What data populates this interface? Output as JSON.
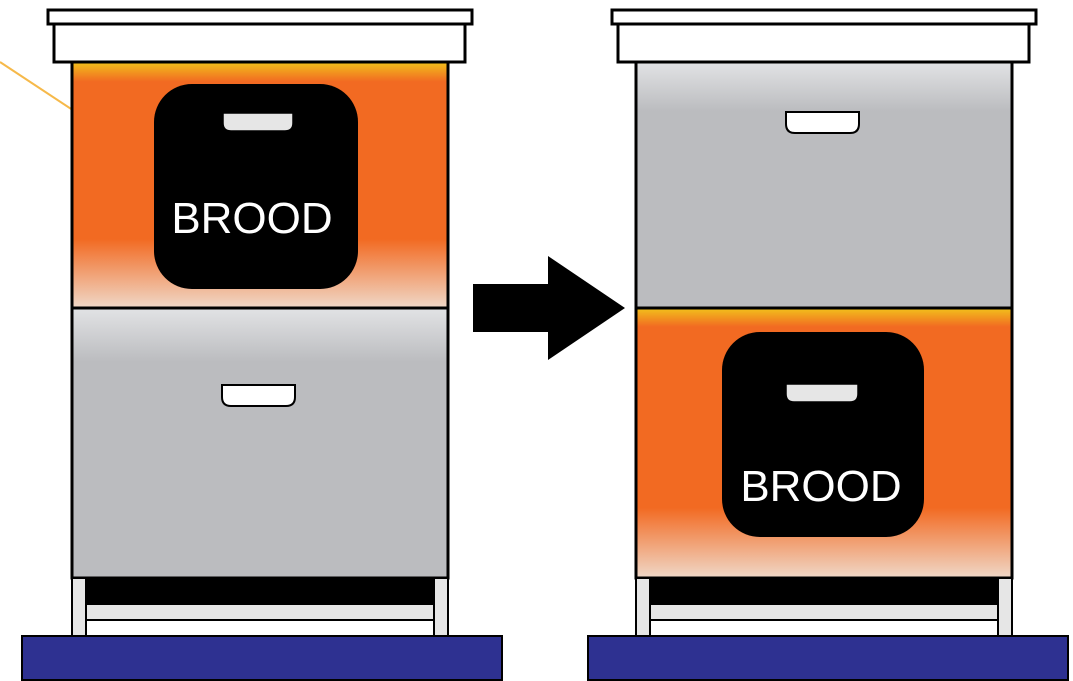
{
  "diagram": {
    "before": {
      "brood_label": "BROOD",
      "brood_position": "top"
    },
    "after": {
      "brood_label": "BROOD",
      "brood_position": "bottom"
    },
    "arrow_icon": "right-arrow-icon",
    "colors": {
      "brood_box": "#f26a22",
      "brood_box_fade": "#f0d8c8",
      "heat_edge": "#f2c21b",
      "empty_box_light": "#e2e3e5",
      "empty_box": "#bbbcbf",
      "brood_tag": "#000000",
      "handle": "#e6e6e6",
      "stand": "#2e3191",
      "pointer_line": "#f6b94a",
      "outline": "#000000",
      "cover": "#ffffff"
    }
  }
}
